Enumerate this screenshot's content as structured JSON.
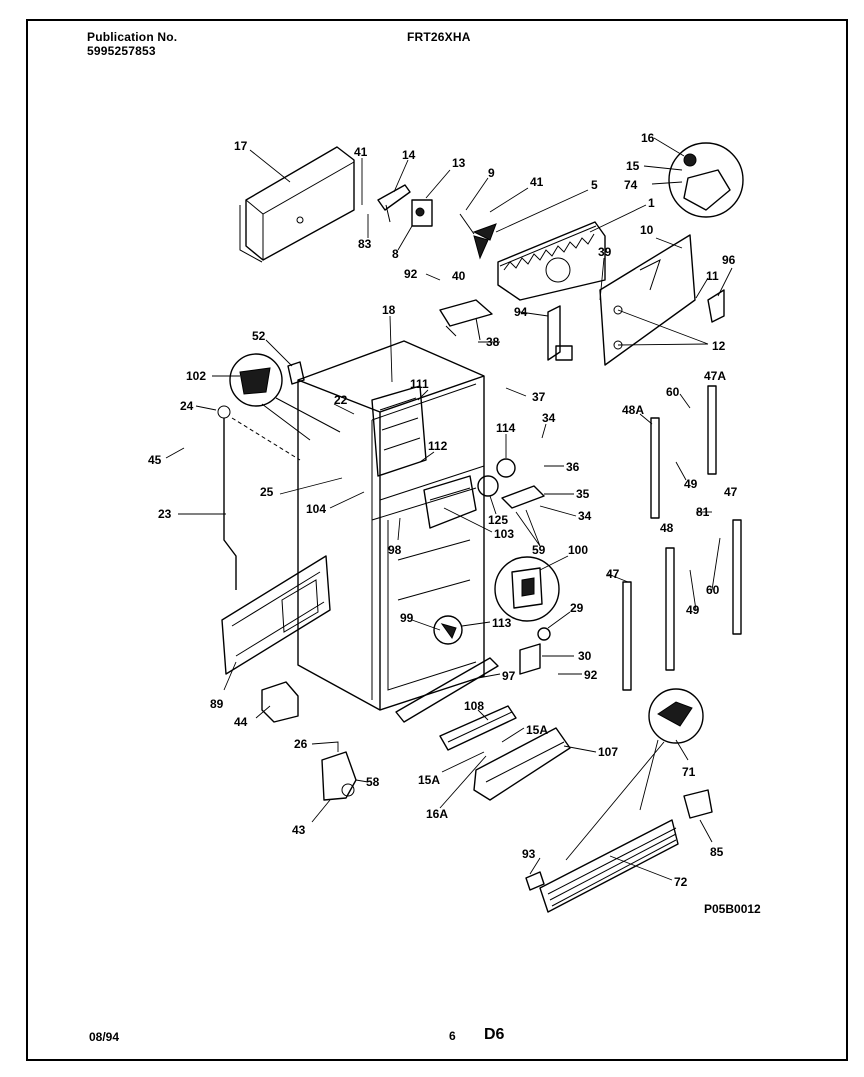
{
  "header": {
    "publication_label": "Publication No.",
    "publication_number": "5995257853",
    "model": "FRT26XHA"
  },
  "footer": {
    "date": "08/94",
    "page": "6",
    "section": "D6",
    "drawing_code": "P05B0012"
  },
  "callouts": [
    "17",
    "41",
    "14",
    "13",
    "9",
    "41",
    "5",
    "16",
    "15",
    "74",
    "1",
    "83",
    "8",
    "10",
    "96",
    "39",
    "11",
    "92",
    "40",
    "94",
    "12",
    "18",
    "38",
    "52",
    "102",
    "111",
    "37",
    "60",
    "47A",
    "24",
    "22",
    "34",
    "114",
    "48A",
    "45",
    "112",
    "36",
    "25",
    "35",
    "49",
    "104",
    "125",
    "34",
    "23",
    "103",
    "81",
    "47",
    "59",
    "98",
    "100",
    "48",
    "47",
    "60",
    "29",
    "49",
    "99",
    "113",
    "30",
    "92",
    "97",
    "89",
    "44",
    "108",
    "15A",
    "26",
    "107",
    "71",
    "15A",
    "58",
    "16A",
    "43",
    "93",
    "85",
    "72"
  ]
}
